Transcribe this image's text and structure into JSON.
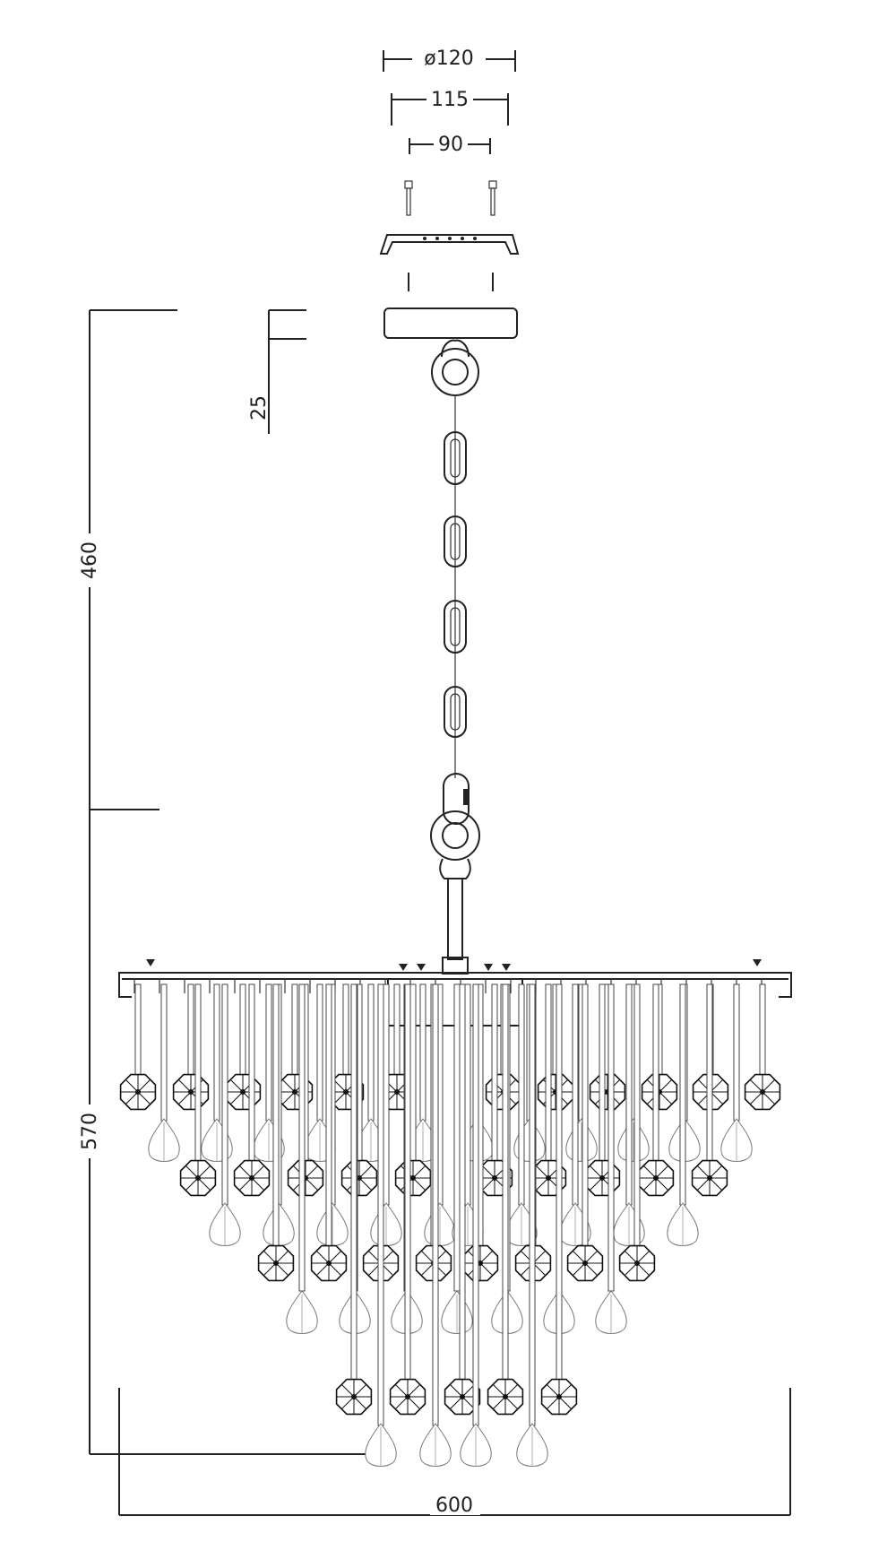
{
  "dimensions": {
    "canopy_diameter": "ø120",
    "mount_outer": "115",
    "mount_inner": "90",
    "canopy_height": "25",
    "chain_length": "460",
    "body_height": "570",
    "body_width": "600"
  },
  "colors": {
    "line": "#222222",
    "background": "#ffffff"
  }
}
